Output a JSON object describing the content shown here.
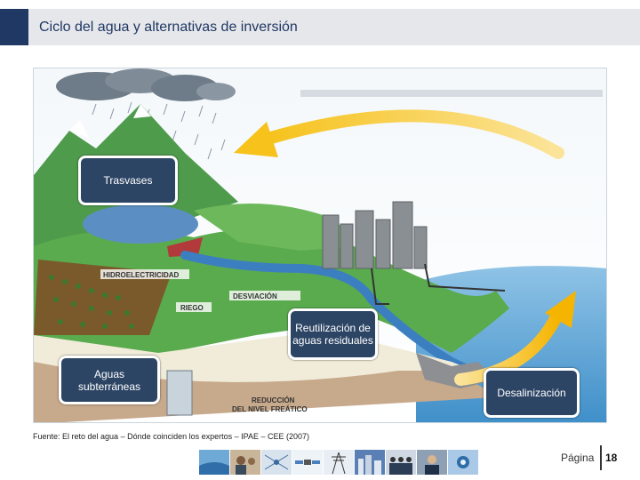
{
  "header": {
    "title": "Ciclo del agua y alternativas de inversión"
  },
  "diagram": {
    "callouts": {
      "trasvases": "Trasvases",
      "reutilizacion": "Reutilización de aguas residuales",
      "aguas_subterraneas": "Aguas subterráneas",
      "desalinizacion": "Desalinización"
    },
    "labels": {
      "hidroelectricidad": "HIDROELECTRICIDAD",
      "riego": "RIEGO",
      "desviacion": "DESVIACIÓN",
      "reduccion_1": "REDUCCIÓN",
      "reduccion_2": "DEL NIVEL FREÁTICO"
    }
  },
  "footer": {
    "source": "Fuente: El reto del agua – Dónde coinciden los expertos – IPAE – CEE (2007)",
    "page_label": "Página",
    "page_number": "18"
  },
  "colors": {
    "accent": "#1f3864",
    "callout": "#2d4565",
    "arrow": "#f5b800"
  }
}
